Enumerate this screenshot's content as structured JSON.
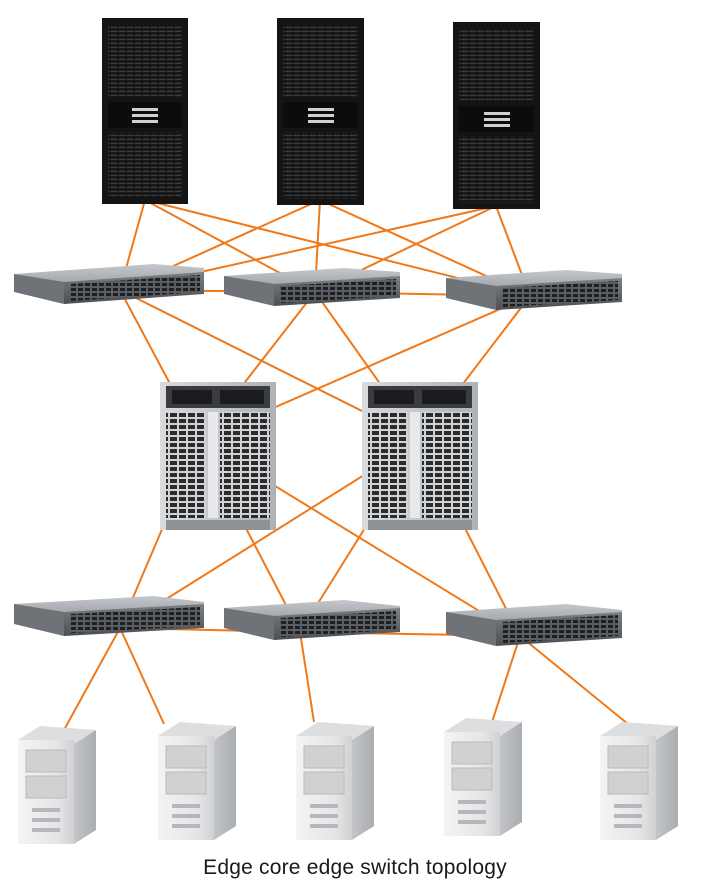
{
  "caption": "Edge core edge switch topology",
  "colors": {
    "link": "#f07818",
    "storage_body": "#151515",
    "switch_body": "#9a9ea3",
    "director_body": "#c9cbce",
    "server_body": "#e7e8e9"
  },
  "devices": {
    "storage_arrays": [
      "storage-array-1",
      "storage-array-2",
      "storage-array-3"
    ],
    "edge_switches_top": [
      "edge-switch-top-1",
      "edge-switch-top-2",
      "edge-switch-top-3"
    ],
    "core_directors": [
      "core-director-1",
      "core-director-2"
    ],
    "edge_switches_bottom": [
      "edge-switch-bottom-1",
      "edge-switch-bottom-2",
      "edge-switch-bottom-3"
    ],
    "host_servers": [
      "host-server-1",
      "host-server-2",
      "host-server-3",
      "host-server-4",
      "host-server-5"
    ]
  },
  "links": [
    [
      "storage-array-1",
      "edge-switch-top-1"
    ],
    [
      "storage-array-1",
      "edge-switch-top-3"
    ],
    [
      "storage-array-1",
      "edge-switch-top-2"
    ],
    [
      "storage-array-2",
      "edge-switch-top-1"
    ],
    [
      "storage-array-2",
      "edge-switch-top-2"
    ],
    [
      "storage-array-2",
      "edge-switch-top-3"
    ],
    [
      "storage-array-3",
      "edge-switch-top-1"
    ],
    [
      "storage-array-3",
      "edge-switch-top-2"
    ],
    [
      "storage-array-3",
      "edge-switch-top-3"
    ],
    [
      "edge-switch-top-1",
      "edge-switch-top-2"
    ],
    [
      "edge-switch-top-2",
      "edge-switch-top-3"
    ],
    [
      "edge-switch-top-1",
      "core-director-1"
    ],
    [
      "edge-switch-top-1",
      "core-director-2"
    ],
    [
      "edge-switch-top-2",
      "core-director-1"
    ],
    [
      "edge-switch-top-2",
      "core-director-2"
    ],
    [
      "edge-switch-top-3",
      "core-director-1"
    ],
    [
      "edge-switch-top-3",
      "core-director-2"
    ],
    [
      "core-director-1",
      "edge-switch-bottom-1"
    ],
    [
      "core-director-1",
      "edge-switch-bottom-2"
    ],
    [
      "core-director-1",
      "edge-switch-bottom-3"
    ],
    [
      "core-director-2",
      "edge-switch-bottom-1"
    ],
    [
      "core-director-2",
      "edge-switch-bottom-2"
    ],
    [
      "core-director-2",
      "edge-switch-bottom-3"
    ],
    [
      "edge-switch-bottom-1",
      "edge-switch-bottom-2"
    ],
    [
      "edge-switch-bottom-2",
      "edge-switch-bottom-3"
    ],
    [
      "edge-switch-bottom-1",
      "host-server-1"
    ],
    [
      "edge-switch-bottom-1",
      "host-server-2"
    ],
    [
      "edge-switch-bottom-2",
      "host-server-3"
    ],
    [
      "edge-switch-bottom-3",
      "host-server-4"
    ],
    [
      "edge-switch-bottom-3",
      "host-server-5"
    ]
  ]
}
